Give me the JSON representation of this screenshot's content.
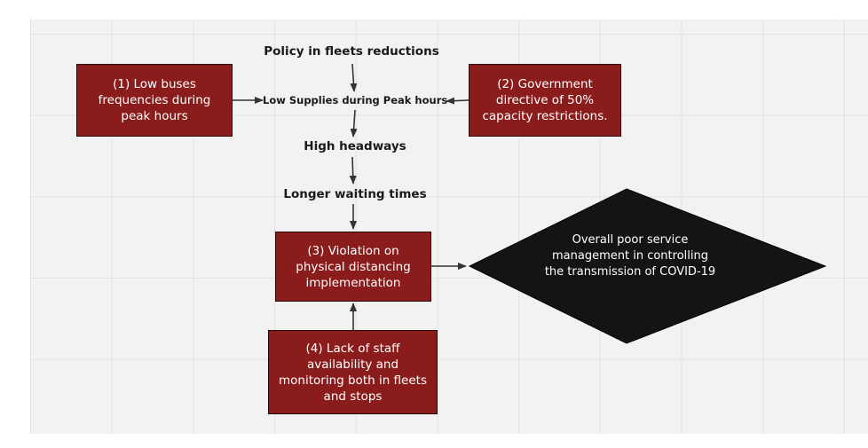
{
  "nodes": {
    "policy": "Policy in fleets reductions",
    "low_supplies": "Low Supplies during Peak hours",
    "high_headways": "High headways",
    "longer_waiting": "Longer waiting times",
    "box1": "(1) Low buses frequencies during peak hours",
    "box2": "(2) Government directive of 50% capacity restrictions.",
    "box3": "(3) Violation on physical distancing implementation",
    "box4": "(4) Lack of staff availability and monitoring both in fleets and stops",
    "outcome": "Overall poor service management in controlling the transmission of COVID-19"
  },
  "colors": {
    "box_fill": "#8b1c1c",
    "diamond_fill": "#141414",
    "arrow": "#333333",
    "canvas": "#f2f2f2"
  }
}
